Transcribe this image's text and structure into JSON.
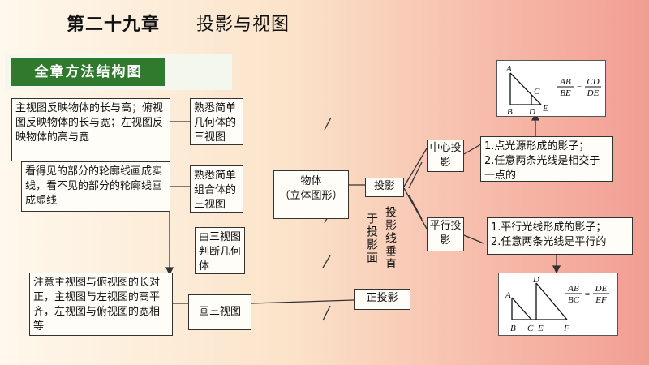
{
  "header": {
    "chapter": "第二十九章",
    "title": "投影与视图"
  },
  "banner": {
    "label": "全章方法结构图"
  },
  "left": {
    "views_reflect": "主视图反映物体的长与高；俯视图反映物体的长与宽；左视图反映物体的高与宽",
    "outline_lines": "看得见的部分的轮廓线画成实线，看不见的部分的轮廓线画成虚线",
    "alignment_rule": "注意主视图与俯视图的长对正，主视图与左视图的高平齐，左视图与俯视图的宽相等"
  },
  "middle": {
    "simple_solid": "熟悉简单几何体的三视图",
    "combined_solid": "熟悉简单组合体的三视图",
    "judge_solid": "由三视图判断几何体",
    "draw_views": "画三视图"
  },
  "center": {
    "object_line1": "物体",
    "object_line2": "（立体图形）",
    "projection": "投影",
    "projection_note_a": "投影线垂直",
    "projection_note_b": "于投影面",
    "orthographic": "正投影"
  },
  "right": {
    "central": "中心投影",
    "parallel": "平行投影",
    "central_desc_1": "1.点光源形成的影子；",
    "central_desc_2": "2.任意两条光线是相交于一点的",
    "parallel_desc_1": "1.平行光线形成的影子；",
    "parallel_desc_2": "2.任意两条光线是平行的"
  },
  "figure_top": {
    "labels": [
      "A",
      "C",
      "B",
      "D",
      "E"
    ],
    "formula_left_num": "AB",
    "formula_left_den": "BE",
    "formula_right_num": "CD",
    "formula_right_den": "DE"
  },
  "figure_bottom": {
    "labels": [
      "A",
      "D",
      "B",
      "C",
      "E",
      "F"
    ],
    "formula_left_num": "AB",
    "formula_left_den": "BC",
    "formula_right_num": "DE",
    "formula_right_den": "EF"
  },
  "colors": {
    "banner": "#2f7a2c",
    "line": "#333333"
  }
}
